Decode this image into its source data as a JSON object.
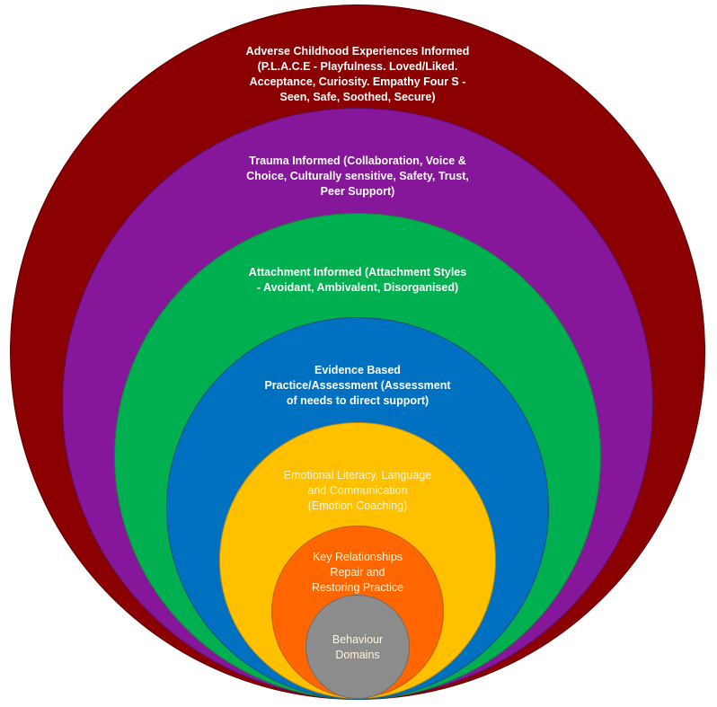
{
  "title": "Nested layers of practice around Behaviour Domains",
  "layers": [
    {
      "id": "aces",
      "name": "Adverse Childhood Experiences Informed",
      "text": "Adverse Childhood Experiences Informed\n(P.L.A.C.E - Playfulness. Loved/Liked.\nAcceptance, Curiosity. Empathy Four S -\nSeen, Safe, Soothed, Secure)",
      "fill": "#8b0000",
      "stroke": "#5a0000"
    },
    {
      "id": "trauma",
      "name": "Trauma Informed",
      "text": "Trauma Informed (Collaboration, Voice &\nChoice, Culturally sensitive, Safety, Trust,\nPeer Support)",
      "fill": "#86169a",
      "stroke": "#5c0f6b"
    },
    {
      "id": "attachment",
      "name": "Attachment Informed",
      "text": "Attachment Informed (Attachment Styles\n- Avoidant, Ambivalent, Disorganised)",
      "fill": "#00b050",
      "stroke": "#1f7a3f"
    },
    {
      "id": "evidence",
      "name": "Evidence Based Practice/Assessment",
      "text": "Evidence Based\nPractice/Assessment (Assessment\nof needs to direct support)",
      "fill": "#0070c0",
      "stroke": "#1f4e79"
    },
    {
      "id": "emotional",
      "name": "Emotional Literacy, Language and Communication",
      "text": "Emotional Literacy, Language\nand Communication\n(Emotion Coaching)",
      "fill": "#ffc000",
      "stroke": "#bf9000"
    },
    {
      "id": "relationships",
      "name": "Key Relationships Repair and Restoring Practice",
      "text": "Key Relationships\nRepair and\nRestoring Practice",
      "fill": "#ff6600",
      "stroke": "#c55a11"
    },
    {
      "id": "core",
      "name": "Behaviour Domains",
      "text": "Behaviour\nDomains",
      "fill": "#8c8c8c",
      "stroke": "#6d6d6d"
    }
  ]
}
